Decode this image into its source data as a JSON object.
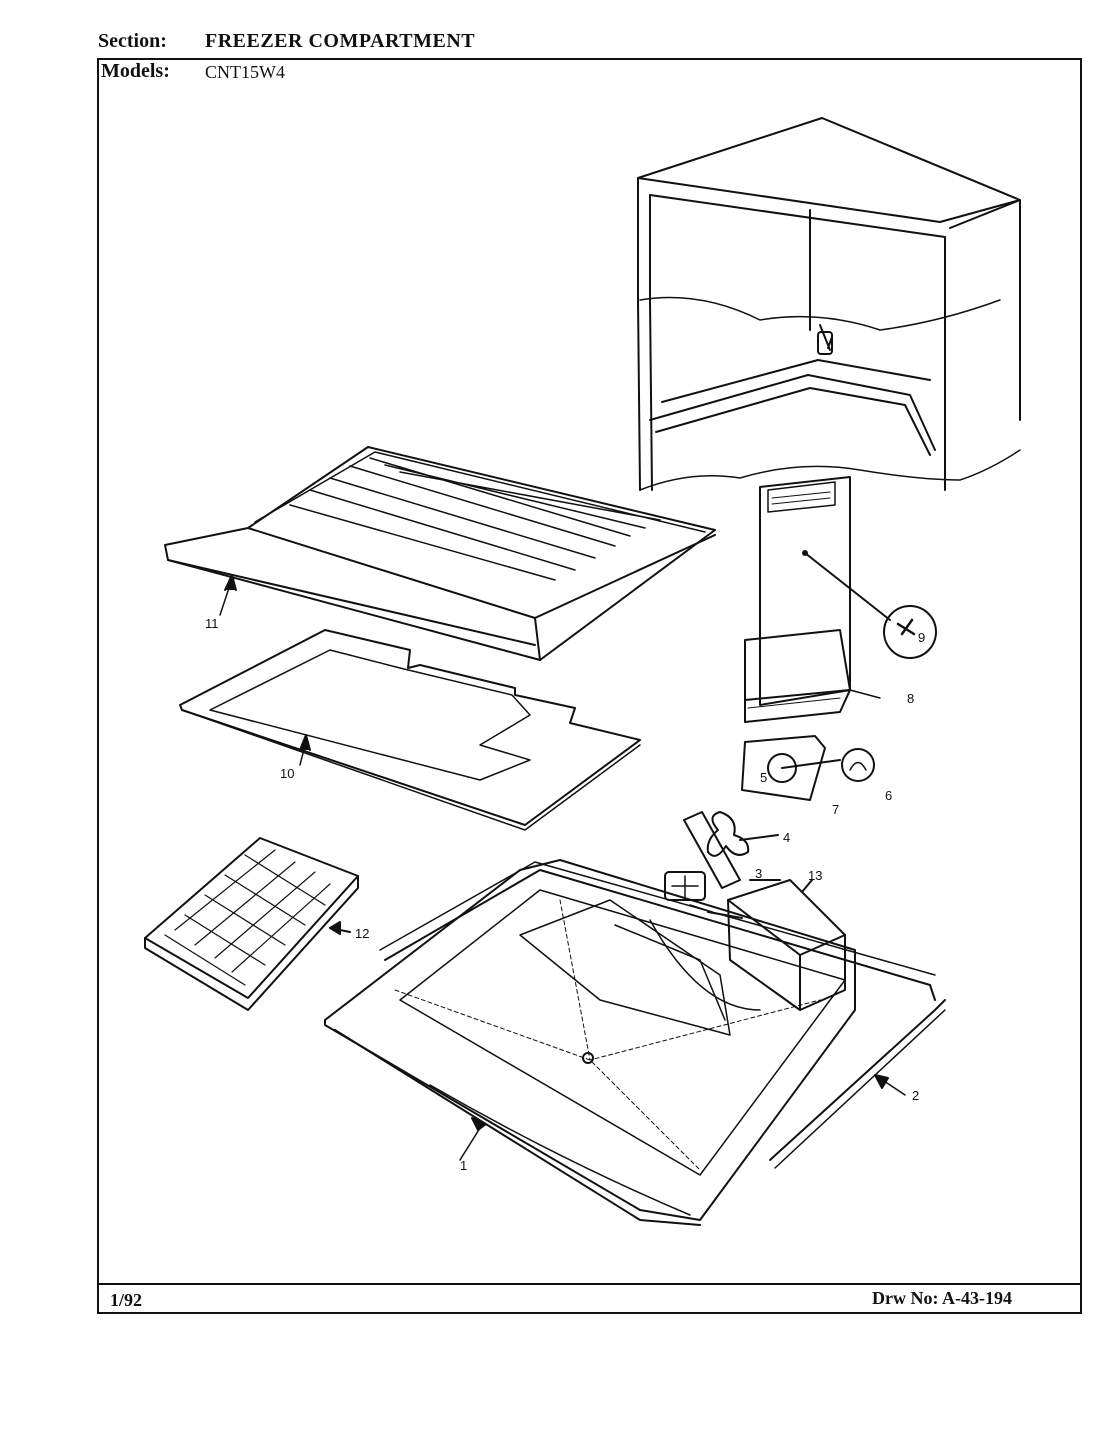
{
  "header": {
    "section_label": "Section:",
    "section_value": "FREEZER COMPARTMENT",
    "models_label": "Models:",
    "models_value": "CNT15W4"
  },
  "footer": {
    "date": "1/92",
    "drawing_number": "Drw No: A-43-194"
  },
  "callouts": {
    "p1": "1",
    "p2": "2",
    "p3": "3",
    "p4": "4",
    "p5": "5",
    "p6": "6",
    "p7": "7",
    "p8": "8",
    "p9": "9",
    "p10": "10",
    "p11": "11",
    "p12": "12",
    "p13": "13"
  }
}
